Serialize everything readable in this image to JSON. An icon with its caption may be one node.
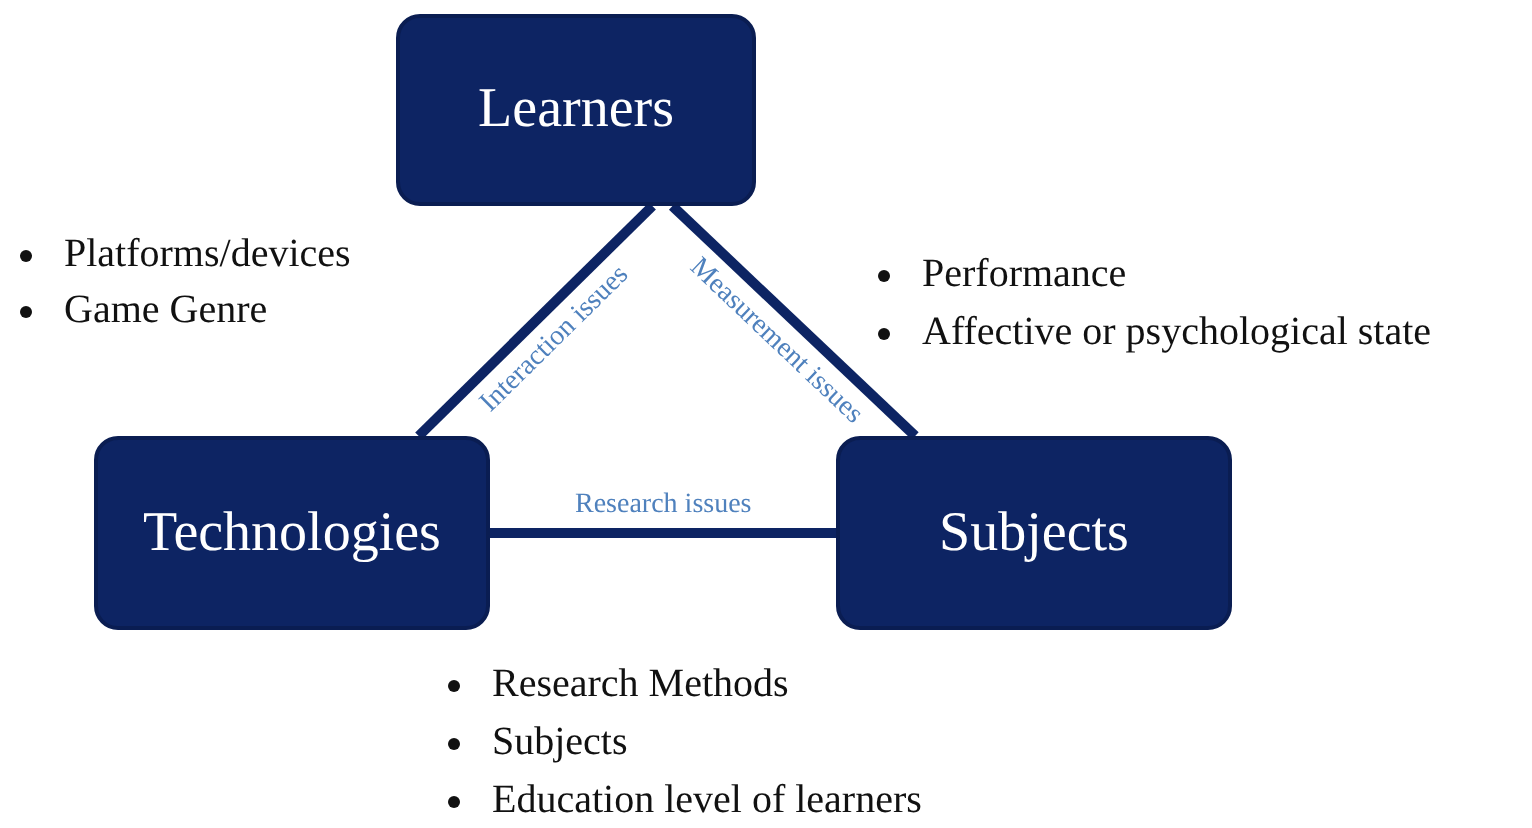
{
  "diagram": {
    "nodes": [
      {
        "text": [
          "Learners"
        ]
      },
      {
        "text": [
          "Technologies"
        ]
      },
      {
        "text": [
          "Subjects"
        ]
      }
    ],
    "edges": [
      {
        "from": 0,
        "to": 1,
        "arrow": "none",
        "label": "Interaction issues"
      },
      {
        "from": 0,
        "to": 2,
        "arrow": "none",
        "label": "Measurement issues"
      },
      {
        "from": 1,
        "to": 2,
        "arrow": "none",
        "label": "Research issues"
      }
    ],
    "labels": [
      "Platforms/devices",
      "Game Genre",
      "Performance",
      "Affective or psychological state",
      "Research Methods",
      "Subjects",
      "Education level of learners"
    ]
  }
}
